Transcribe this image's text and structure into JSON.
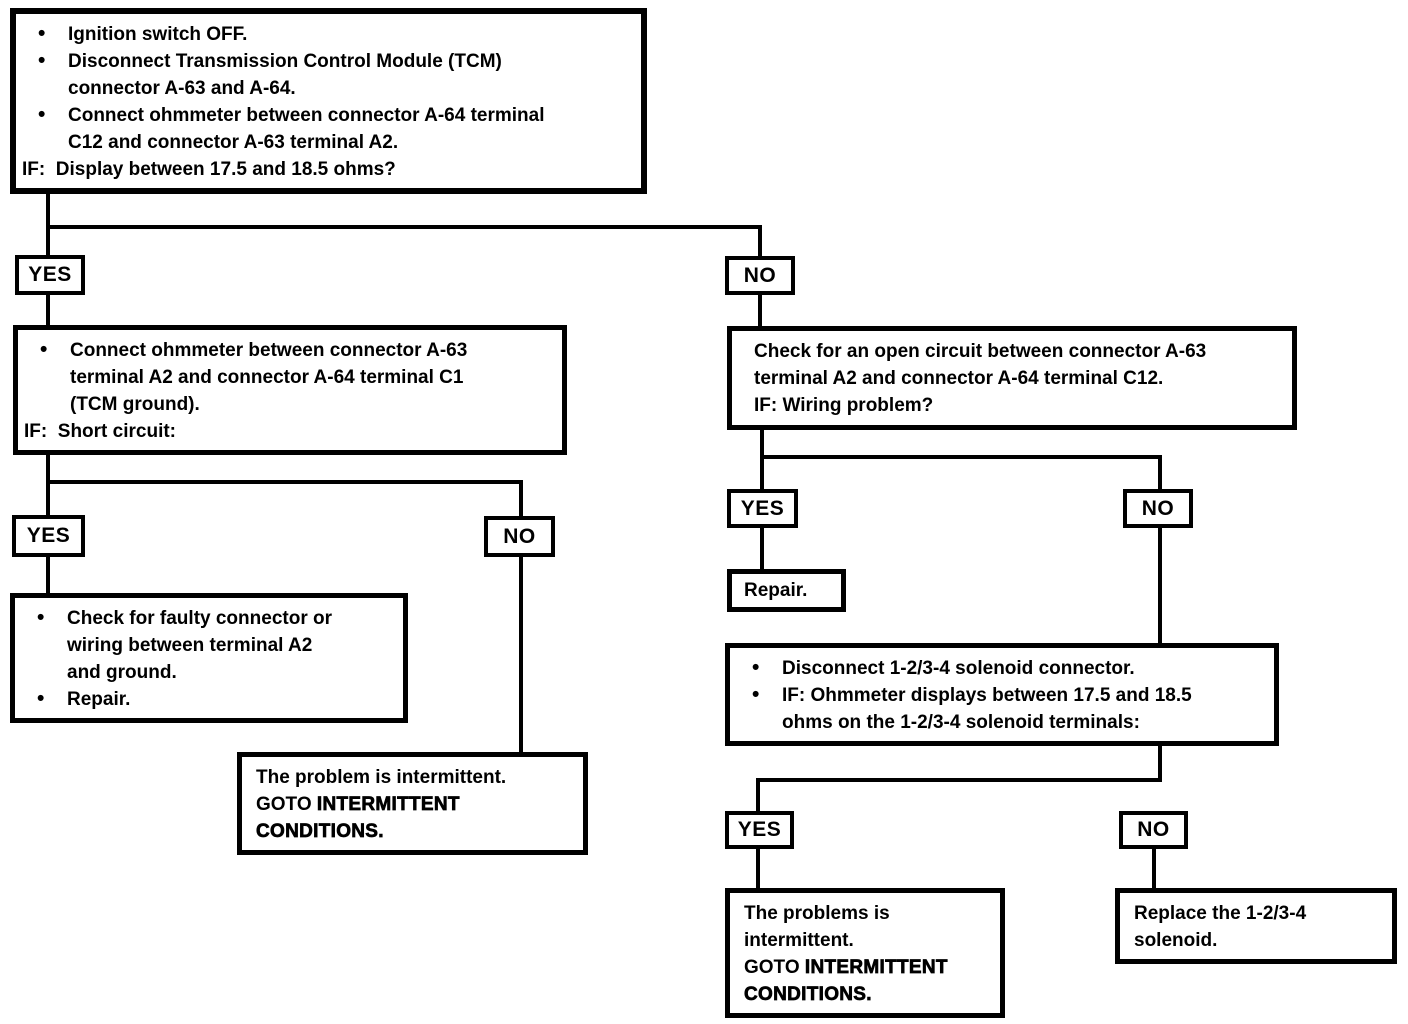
{
  "flowchart": {
    "background_color": "#ffffff",
    "line_color": "#000000",
    "yes_label": "YES",
    "no_label": "NO",
    "boxes": {
      "start": {
        "item1": "Ignition switch OFF.",
        "item2": "Disconnect Transmission Control Module (TCM)\nconnector A-63 and A-64.",
        "item3": "Connect ohmmeter between connector A-64 terminal\nC12 and connector A-63 terminal A2.",
        "condition": "IF:  Display between 17.5 and 18.5 ohms?"
      },
      "short_circuit_test": {
        "item1": "Connect ohmmeter between connector A-63\nterminal A2 and connector A-64 terminal C1\n(TCM ground).",
        "condition": "IF:  Short circuit:"
      },
      "open_circuit_check": {
        "line1": "Check for an open circuit between connector A-63\nterminal A2 and connector A-64 terminal C12.",
        "condition": "IF: Wiring problem?"
      },
      "faulty_connector": {
        "item1": "Check for faulty connector or\nwiring between terminal A2\nand ground.",
        "item2": "Repair."
      },
      "intermittent_left": {
        "line1": "The problem is intermittent.",
        "goto_prefix": "GOTO ",
        "goto_target": "INTERMITTENT\nCONDITIONS."
      },
      "repair": {
        "line1": "Repair."
      },
      "solenoid_test": {
        "item1": "Disconnect 1-2/3-4 solenoid connector.",
        "item2": "IF: Ohmmeter displays between 17.5 and 18.5\nohms on the 1-2/3-4 solenoid terminals:"
      },
      "intermittent_right": {
        "line1": "The problems is\nintermittent.",
        "goto_prefix": "GOTO ",
        "goto_target": "INTERMITTENT\nCONDITIONS."
      },
      "replace_solenoid": {
        "line1": "Replace the 1-2/3-4\nsolenoid."
      }
    },
    "edges": [
      {
        "from": "start",
        "label": "YES",
        "to": "short_circuit_test"
      },
      {
        "from": "start",
        "label": "NO",
        "to": "open_circuit_check"
      },
      {
        "from": "short_circuit_test",
        "label": "YES",
        "to": "faulty_connector"
      },
      {
        "from": "short_circuit_test",
        "label": "NO",
        "to": "intermittent_left"
      },
      {
        "from": "open_circuit_check",
        "label": "YES",
        "to": "repair"
      },
      {
        "from": "open_circuit_check",
        "label": "NO",
        "to": "solenoid_test"
      },
      {
        "from": "solenoid_test",
        "label": "YES",
        "to": "intermittent_right"
      },
      {
        "from": "solenoid_test",
        "label": "NO",
        "to": "replace_solenoid"
      }
    ]
  }
}
